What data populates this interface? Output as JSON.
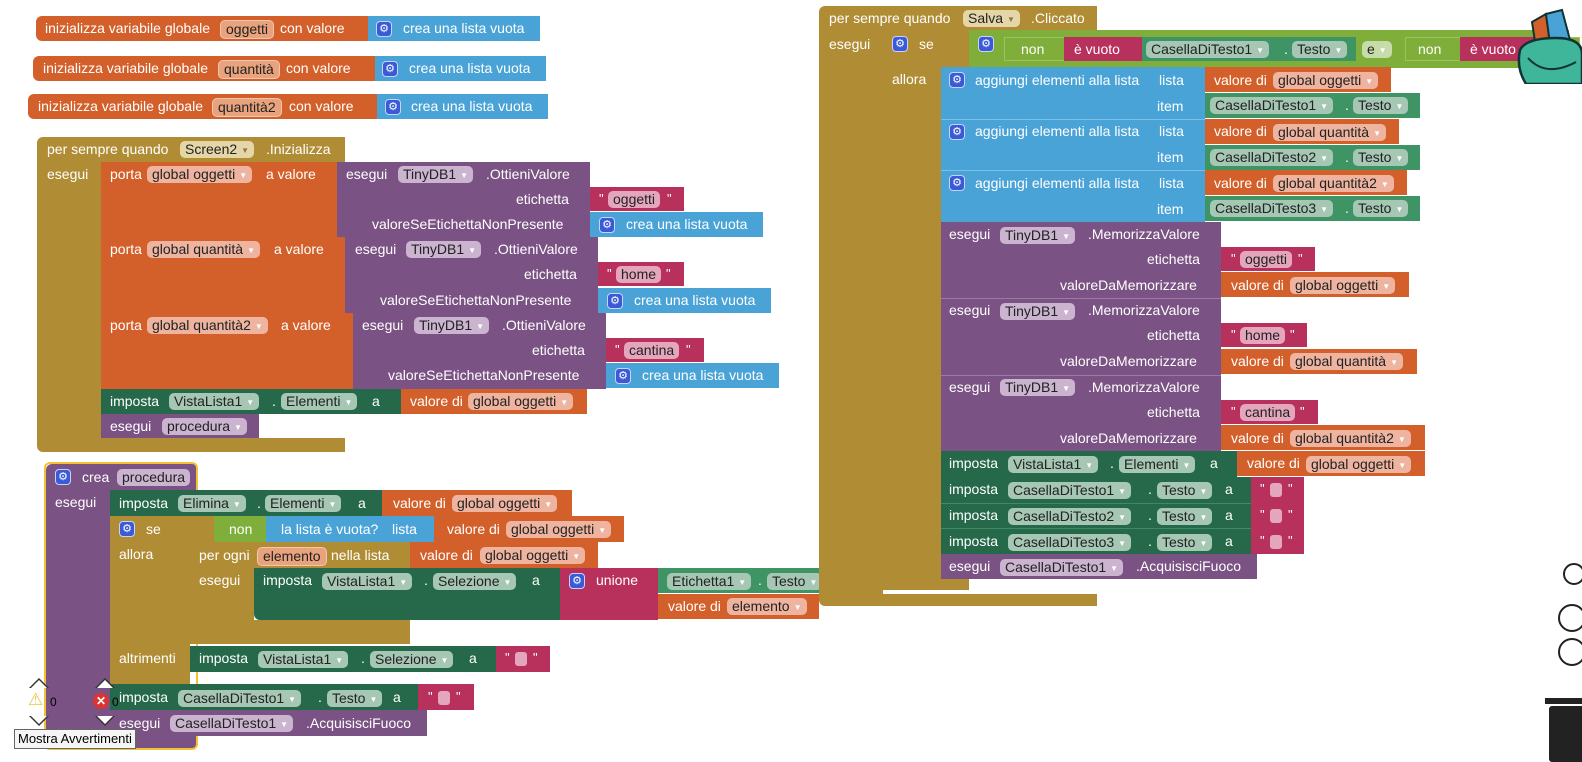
{
  "globals": [
    {
      "prefix": "inizializza variabile globale",
      "name": "oggetti",
      "suffix": "con valore",
      "value": "crea una lista vuota"
    },
    {
      "prefix": "inizializza variabile globale",
      "name": "quantità",
      "suffix": "con valore",
      "value": "crea una lista vuota"
    },
    {
      "prefix": "inizializza variabile globale",
      "name": "quantità2",
      "suffix": "con valore",
      "value": "crea una lista vuota"
    }
  ],
  "screen_init": {
    "when": "per sempre quando",
    "component": "Screen2",
    "event": ".Inizializza",
    "do": "esegui",
    "sets": [
      {
        "label": "porta",
        "var": "global oggetti",
        "to": "a valore",
        "call": "esegui",
        "db": "TinyDB1",
        "method": ".OttieniValore",
        "tag_label": "etichetta",
        "tag": "oggetti",
        "default_label": "valoreSeEtichettaNonPresente",
        "default": "crea una lista vuota"
      },
      {
        "label": "porta",
        "var": "global quantità",
        "to": "a valore",
        "call": "esegui",
        "db": "TinyDB1",
        "method": ".OttieniValore",
        "tag_label": "etichetta",
        "tag": "home",
        "default_label": "valoreSeEtichettaNonPresente",
        "default": "crea una lista vuota"
      },
      {
        "label": "porta",
        "var": "global quantità2",
        "to": "a valore",
        "call": "esegui",
        "db": "TinyDB1",
        "method": ".OttieniValore",
        "tag_label": "etichetta",
        "tag": "cantina",
        "default_label": "valoreSeEtichettaNonPresente",
        "default": "crea una lista vuota"
      }
    ],
    "set_list": {
      "label": "imposta",
      "component": "VistaLista1",
      "prop": "Elementi",
      "a": "a",
      "value_label": "valore di",
      "value": "global oggetti"
    },
    "call_proc": {
      "label": "esegui",
      "proc": "procedura"
    }
  },
  "procedure": {
    "create": "crea",
    "name": "procedura",
    "do": "esegui",
    "set1": {
      "label": "imposta",
      "component": "Elimina",
      "prop": "Elementi",
      "a": "a",
      "value_label": "valore di",
      "value": "global oggetti"
    },
    "if": {
      "label": "se",
      "not": "non",
      "is_empty": "la lista è vuota?",
      "list_label": "lista",
      "value_label": "valore di",
      "value": "global oggetti",
      "then": "allora",
      "else": "altrimenti"
    },
    "foreach": {
      "label": "per ogni",
      "var": "elemento",
      "in": "nella lista",
      "value_label": "valore di",
      "value": "global oggetti",
      "do": "esegui"
    },
    "set_sel": {
      "label": "imposta",
      "component": "VistaLista1",
      "prop": "Selezione",
      "a": "a",
      "join": "unione",
      "join1_comp": "Etichetta1",
      "join1_prop": "Testo",
      "join2_label": "valore di",
      "join2_value": "elemento"
    },
    "else_set": {
      "label": "imposta",
      "component": "VistaLista1",
      "prop": "Selezione",
      "a": "a"
    },
    "set_text": {
      "label": "imposta",
      "component": "CasellaDiTesto1",
      "prop": "Testo",
      "a": "a"
    },
    "focus": {
      "label": "esegui",
      "component": "CasellaDiTesto1",
      "method": ".AcquisisciFuoco"
    }
  },
  "salva": {
    "when": "per sempre quando",
    "component": "Salva",
    "event": ".Cliccato",
    "do": "esegui",
    "if": "se",
    "then": "allora",
    "cond": {
      "not": "non",
      "is_empty": "è vuoto",
      "comp": "CasellaDiTesto1",
      "prop": "Testo",
      "and": "e",
      "not2": "non",
      "is_empty2": "è vuoto"
    },
    "adds": [
      {
        "label": "aggiungi elementi alla lista",
        "list_label": "lista",
        "value_label": "valore di",
        "list": "global oggetti",
        "item_label": "item",
        "comp": "CasellaDiTesto1",
        "prop": "Testo"
      },
      {
        "label": "aggiungi elementi alla lista",
        "list_label": "lista",
        "value_label": "valore di",
        "list": "global quantità",
        "item_label": "item",
        "comp": "CasellaDiTesto2",
        "prop": "Testo"
      },
      {
        "label": "aggiungi elementi alla lista",
        "list_label": "lista",
        "value_label": "valore di",
        "list": "global quantità2",
        "item_label": "item",
        "comp": "CasellaDiTesto3",
        "prop": "Testo"
      }
    ],
    "stores": [
      {
        "call": "esegui",
        "db": "TinyDB1",
        "method": ".MemorizzaValore",
        "tag_label": "etichetta",
        "tag": "oggetti",
        "val_label": "valoreDaMemorizzare",
        "value_label": "valore di",
        "value": "global oggetti"
      },
      {
        "call": "esegui",
        "db": "TinyDB1",
        "method": ".MemorizzaValore",
        "tag_label": "etichetta",
        "tag": "home",
        "val_label": "valoreDaMemorizzare",
        "value_label": "valore di",
        "value": "global quantità"
      },
      {
        "call": "esegui",
        "db": "TinyDB1",
        "method": ".MemorizzaValore",
        "tag_label": "etichetta",
        "tag": "cantina",
        "val_label": "valoreDaMemorizzare",
        "value_label": "valore di",
        "value": "global quantità2"
      }
    ],
    "set_list": {
      "label": "imposta",
      "component": "VistaLista1",
      "prop": "Elementi",
      "a": "a",
      "value_label": "valore di",
      "value": "global oggetti"
    },
    "clears": [
      {
        "label": "imposta",
        "component": "CasellaDiTesto1",
        "prop": "Testo",
        "a": "a"
      },
      {
        "label": "imposta",
        "component": "CasellaDiTesto2",
        "prop": "Testo",
        "a": "a"
      },
      {
        "label": "imposta",
        "component": "CasellaDiTesto3",
        "prop": "Testo",
        "a": "a"
      }
    ],
    "focus": {
      "label": "esegui",
      "component": "CasellaDiTesto1",
      "method": ".AcquisisciFuoco"
    }
  },
  "warnings": {
    "warning_count": "0",
    "error_count": "0",
    "tooltip": "Mostra Avvertimenti"
  },
  "colors": {
    "variables": "#d3602b",
    "lists": "#4aa3d6",
    "control": "#b08c35",
    "procedures": "#7a5283",
    "components": "#25694a",
    "logic": "#7fae3a",
    "text": "#b8305c"
  }
}
